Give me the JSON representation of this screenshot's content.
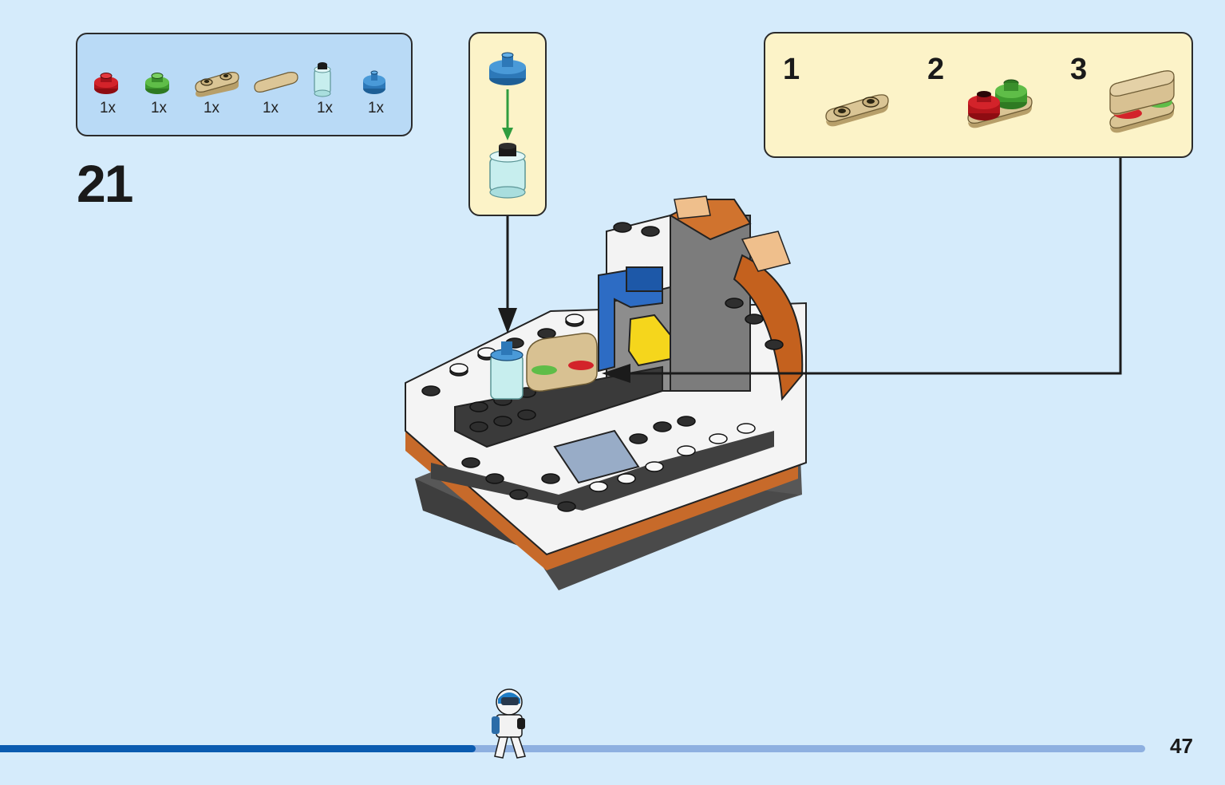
{
  "step": {
    "number": "21"
  },
  "parts": [
    {
      "name": "red-round-plate-icon",
      "qty": "1x",
      "color": "#c8131b"
    },
    {
      "name": "green-round-plate-icon",
      "qty": "1x",
      "color": "#4fa83a"
    },
    {
      "name": "tan-plate-2x1-icon",
      "qty": "1x",
      "color": "#d7c18e"
    },
    {
      "name": "tan-tile-2x1-icon",
      "qty": "1x",
      "color": "#d7c18e"
    },
    {
      "name": "trans-clear-cylinder-icon",
      "qty": "1x",
      "color": "#c9efee"
    },
    {
      "name": "blue-round-cap-icon",
      "qty": "1x",
      "color": "#3c8ed0"
    }
  ],
  "callout_right": {
    "steps": [
      "1",
      "2",
      "3"
    ]
  },
  "footer": {
    "page_number": "47",
    "progress": 0.415
  },
  "colors": {
    "background": "#d5ebfb",
    "parts_box": "#b9daf6",
    "callout": "#fcf3c8",
    "progress": "#0a5bb0"
  }
}
